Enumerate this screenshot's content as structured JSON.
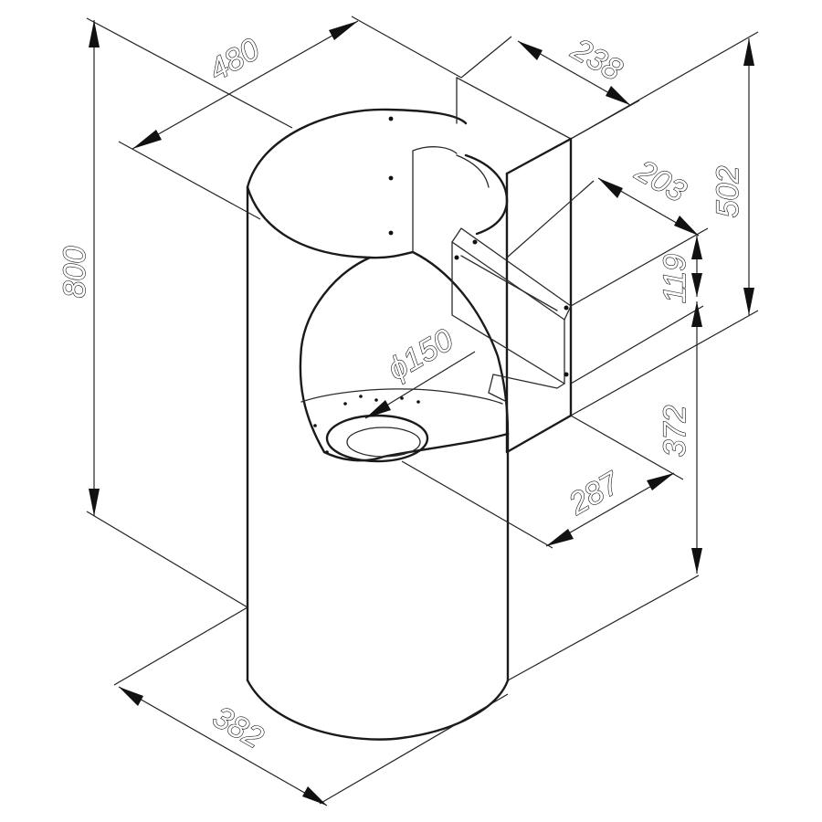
{
  "dimensions": {
    "d800": "800",
    "d480": "480",
    "d238": "238",
    "d203": "203",
    "d502": "502",
    "d119": "119",
    "d150": "ϕ150",
    "d372": "372",
    "d287": "287",
    "d382": "382"
  },
  "colors": {
    "line": "#1a1a1a",
    "background": "#ffffff"
  }
}
